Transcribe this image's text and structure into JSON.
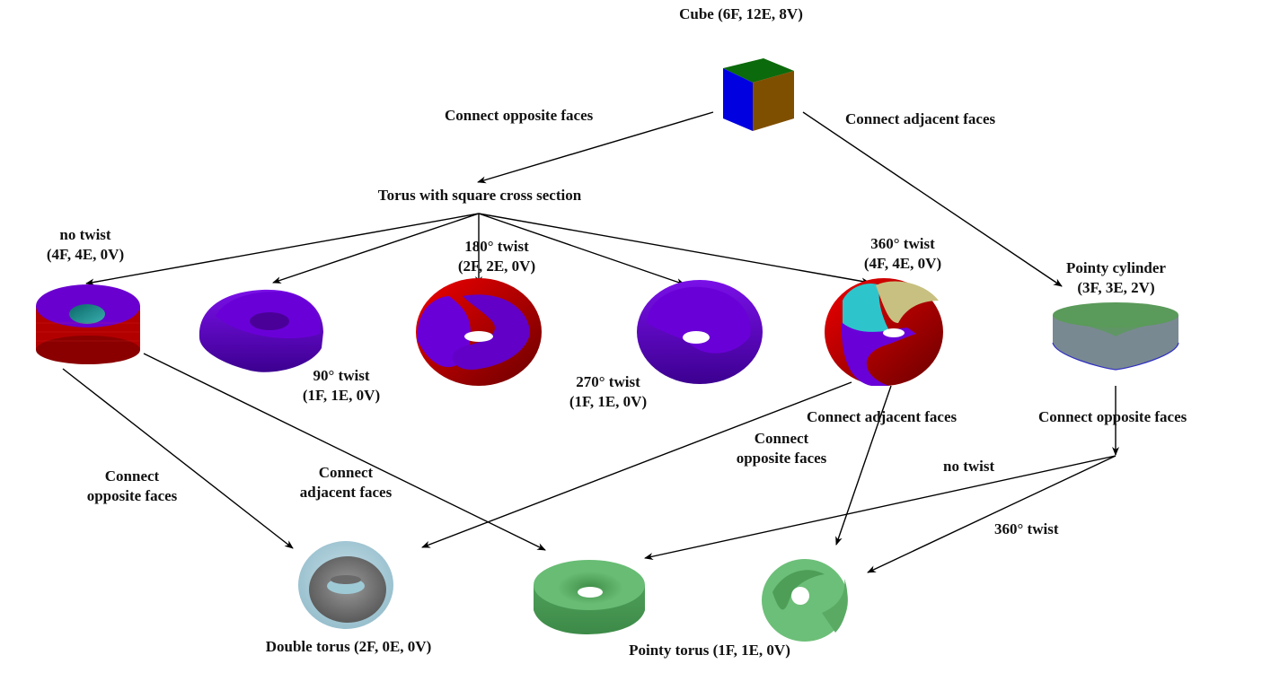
{
  "title": "Classification of surfaces obtained by connecting faces of a cube",
  "nodes": {
    "cube": {
      "label": "Cube (6F, 12E, 8V)",
      "colors": {
        "front": "#0000e0",
        "top": "#0b6a0b",
        "right": "#7a5200",
        "edge": "#111111"
      }
    },
    "torus_square": {
      "label": "Torus with square cross section"
    },
    "no_twist": {
      "line1": "no twist",
      "line2": "(4F, 4E, 0V)",
      "colors": {
        "top": "#6a00d0",
        "side": "#c00000",
        "hole": "#1a8a8a"
      }
    },
    "twist_90": {
      "line1": "90° twist",
      "line2": "(1F, 1E, 0V)",
      "color": "#6a00d8"
    },
    "twist_180": {
      "line1": "180° twist",
      "line2": "(2F, 2E, 0V)",
      "colors": {
        "a": "#6a00d8",
        "b": "#e00000"
      }
    },
    "twist_270": {
      "line1": "270° twist",
      "line2": "(1F, 1E, 0V)",
      "color": "#6a00d8"
    },
    "twist_360": {
      "line1": "360° twist",
      "line2": "(4F, 4E, 0V)",
      "colors": {
        "a": "#6a00d8",
        "b": "#c00000",
        "c": "#2ec4cc",
        "d": "#c8c080"
      }
    },
    "pointy_cylinder": {
      "line1": "Pointy cylinder",
      "line2": "(3F, 3E, 2V)",
      "colors": {
        "top": "#5a9a5a",
        "side": "#9ab8c8",
        "bottom": "#505050"
      }
    },
    "double_torus": {
      "label": "Double torus (2F, 0E, 0V)",
      "colors": {
        "outer": "#a8ccd8",
        "inner": "#707070"
      }
    },
    "pointy_torus": {
      "label": "Pointy torus (1F, 1E, 0V)",
      "color": "#5fb46a"
    },
    "pointy_torus_twisted": {
      "color": "#6cbf78"
    }
  },
  "edge_labels": {
    "cube_to_torus": "Connect opposite faces",
    "cube_to_cylinder": "Connect adjacent faces",
    "notwist_to_double": {
      "line1": "Connect",
      "line2": "opposite faces"
    },
    "notwist_to_pointy": {
      "line1": "Connect",
      "line2": "adjacent faces"
    },
    "t360_adjacent": "Connect adjacent faces",
    "t360_opposite": {
      "line1": "Connect",
      "line2": "opposite faces"
    },
    "cylinder_opposite": "Connect opposite faces",
    "cyl_no_twist": "no twist",
    "cyl_360_twist": "360° twist"
  }
}
